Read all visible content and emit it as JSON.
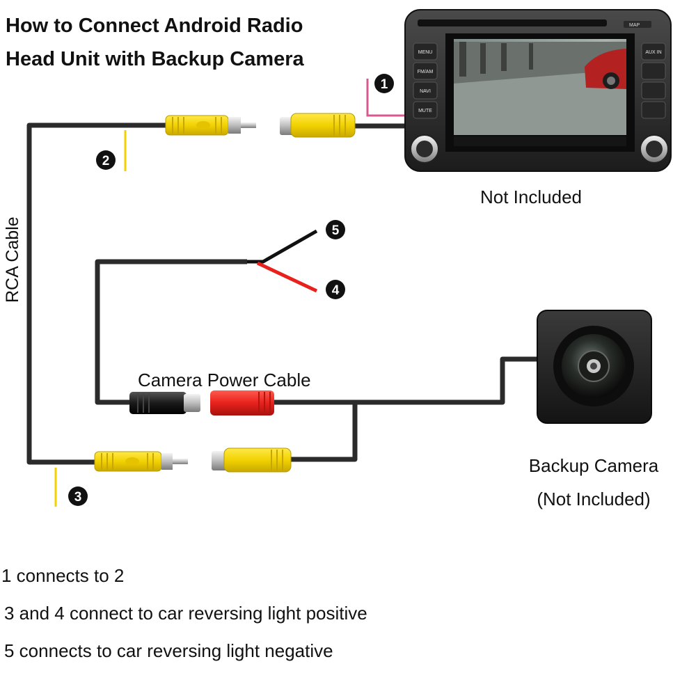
{
  "title": {
    "line1": "How to Connect Android Radio",
    "line2": "Head Unit with Backup Camera"
  },
  "head_unit": {
    "caption": "Not Included",
    "buttons_left": [
      "MENU",
      "FM/AM",
      "NAVI",
      "MUTE"
    ],
    "buttons_right": [
      "AUX IN",
      "",
      "",
      ""
    ],
    "top_label": "MAP"
  },
  "camera": {
    "caption_line1": "Backup Camera",
    "caption_line2": "(Not Included)"
  },
  "cables": {
    "rca_label": "RCA Cable",
    "power_label": "Camera Power Cable"
  },
  "markers": [
    "1",
    "2",
    "3",
    "4",
    "5"
  ],
  "notes": [
    "1 connects to 2",
    "3 and 4 connect to car reversing light positive",
    "5 connects to car reversing light negative"
  ],
  "colors": {
    "cable": "#2b2b2b",
    "rca_yellow": "#f2d200",
    "power_red": "#e8211c",
    "power_black": "#1a1a1a",
    "lead_pink": "#d9588f",
    "lead_yellow": "#f5d000"
  }
}
